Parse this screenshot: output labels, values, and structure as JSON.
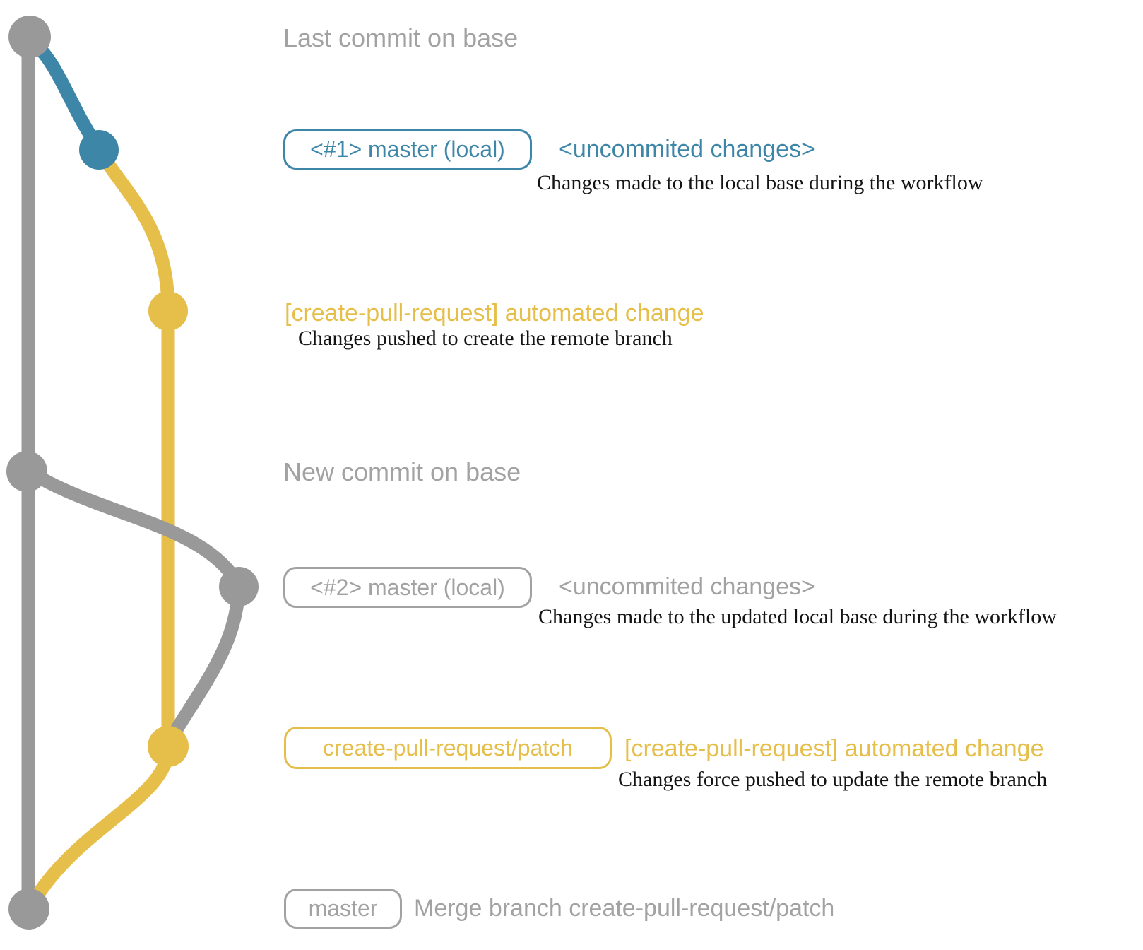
{
  "colors": {
    "graph_gray": "#999999",
    "text_gray": "#a2a2a2",
    "blue": "#3e86a8",
    "yellow": "#e6be4a",
    "description_black": "#141414",
    "background": "#ffffff"
  },
  "rows": {
    "r1": {
      "heading": "Last commit on base"
    },
    "r2": {
      "badge": "<#1> master (local)",
      "message": "<uncommited changes>",
      "description": "Changes made to the local base during the workflow"
    },
    "r3": {
      "message": "[create-pull-request] automated change",
      "description": "Changes pushed to create the remote branch"
    },
    "r4": {
      "heading": "New commit on base"
    },
    "r5": {
      "badge": "<#2> master (local)",
      "message": "<uncommited changes>",
      "description": "Changes made to the updated local base during the workflow"
    },
    "r6": {
      "badge": "create-pull-request/patch",
      "message": "[create-pull-request] automated change",
      "description": "Changes force pushed to update the remote branch"
    },
    "r7": {
      "badge": "master",
      "message": "Merge branch create-pull-request/patch"
    }
  }
}
